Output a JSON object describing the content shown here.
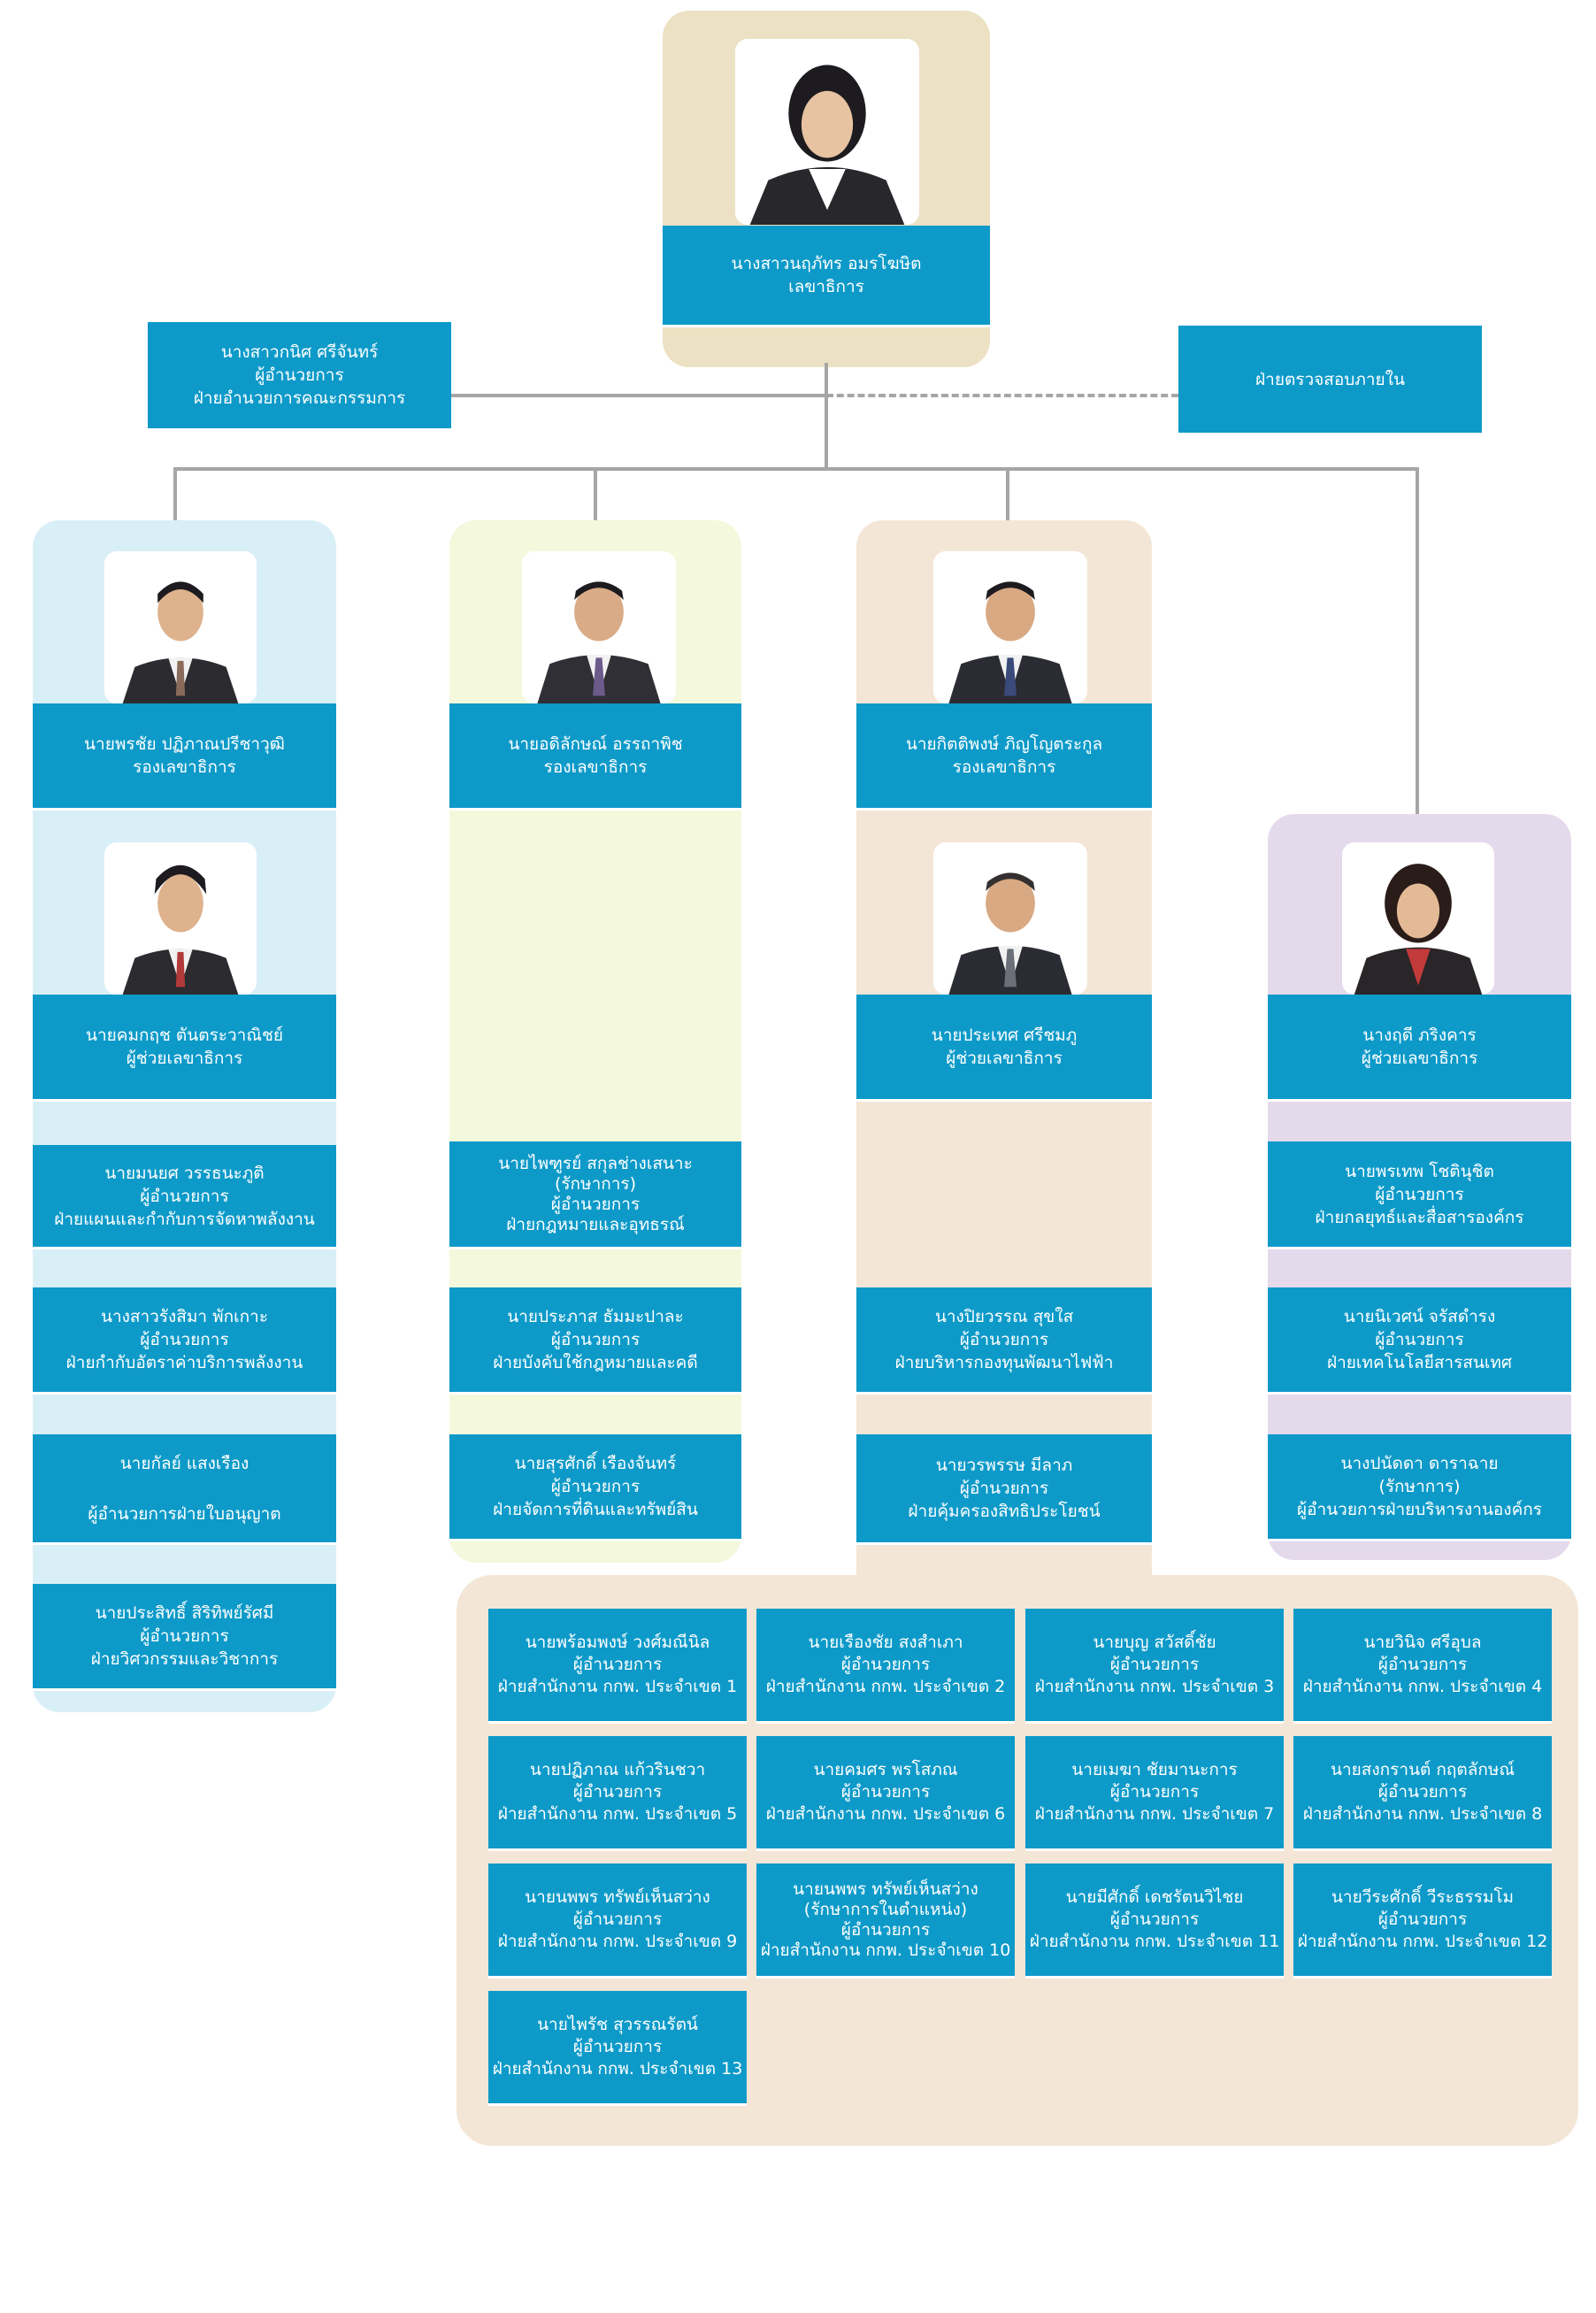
{
  "colors": {
    "box_blue": "#0d9ac9",
    "panel_top": "#ede1c4",
    "panel_blue": "#d9eff7",
    "panel_yellow": "#f4f8dc",
    "panel_tan": "#f4e6d6",
    "panel_purple": "#e5d9ec",
    "connector": "#a6a6a6"
  },
  "top": {
    "name": "นางสาวนฤภัทร อมรโฆษิต",
    "title": "เลขาธิการ",
    "photo": "person-photo"
  },
  "left_staff": {
    "name": "นางสาวกนิศ ศรีจันทร์",
    "title": "ผู้อำนวยการ",
    "unit": "ฝ่ายอำนวยการคณะกรรมการ"
  },
  "right_staff": {
    "unit": "ฝ่ายตรวจสอบภายใน"
  },
  "col1": {
    "deputy": {
      "name": "นายพรชัย ปฏิภาณปรีชาวุฒิ",
      "title": "รองเลขาธิการ"
    },
    "assistant": {
      "name": "นายคมกฤช ตันตระวาณิชย์",
      "title": "ผู้ช่วยเลขาธิการ"
    },
    "units": [
      {
        "l1": "นายมนยศ วรรธนะภูติ",
        "l2": "ผู้อำนวยการ",
        "l3": "ฝ่ายแผนและกำกับการจัดหาพลังงาน"
      },
      {
        "l1": "นางสาวรังสิมา พักเกาะ",
        "l2": "ผู้อำนวยการ",
        "l3": "ฝ่ายกำกับอัตราค่าบริการพลังงาน"
      },
      {
        "l1": "นายกัลย์ แสงเรือง",
        "l2": "ผู้อำนวยการฝ่ายใบอนุญาต"
      },
      {
        "l1": "นายประสิทธิ์ สิริทิพย์รัศมี",
        "l2": "ผู้อำนวยการ",
        "l3": "ฝ่ายวิศวกรรมและวิชาการ"
      }
    ]
  },
  "col2": {
    "deputy": {
      "name": "นายอดิลักษณ์ อรรถาพิช",
      "title": "รองเลขาธิการ"
    },
    "units": [
      {
        "l1": "นายไพฑูรย์ สกุลช่างเสนาะ",
        "l2": "(รักษาการ)",
        "l3": "ผู้อำนวยการ",
        "l4": "ฝ่ายกฎหมายและอุทธรณ์"
      },
      {
        "l1": "นายประภาส ธัมมะปาละ",
        "l2": "ผู้อำนวยการ",
        "l3": "ฝ่ายบังคับใช้กฎหมายและคดี"
      },
      {
        "l1": "นายสุรศักดิ์ เรืองจันทร์",
        "l2": "ผู้อำนวยการ",
        "l3": "ฝ่ายจัดการที่ดินและทรัพย์สิน"
      }
    ]
  },
  "col3": {
    "deputy": {
      "name": "นายกิตติพงษ์ ภิญโญตระกูล",
      "title": "รองเลขาธิการ"
    },
    "assistant": {
      "name": "นายประเทศ ศรีชมภู",
      "title": "ผู้ช่วยเลขาธิการ"
    },
    "units": [
      {
        "l1": "นางปิยวรรณ สุขใส",
        "l2": "ผู้อำนวยการ",
        "l3": "ฝ่ายบริหารกองทุนพัฒนาไฟฟ้า"
      },
      {
        "l1": "นายวรพรรษ มีลาภ",
        "l2": "ผู้อำนวยการ",
        "l3": "ฝ่ายคุ้มครองสิทธิประโยชน์"
      }
    ]
  },
  "col4": {
    "assistant": {
      "name": "นางฤดี ภริงคาร",
      "title": "ผู้ช่วยเลขาธิการ"
    },
    "units": [
      {
        "l1": "นายพรเทพ โชตินุชิต",
        "l2": "ผู้อำนวยการ",
        "l3": "ฝ่ายกลยุทธ์และสื่อสารองค์กร"
      },
      {
        "l1": "นายนิเวศน์ จรัสดำรง",
        "l2": "ผู้อำนวยการ",
        "l3": "ฝ่ายเทคโนโลยีสารสนเทศ"
      },
      {
        "l1": "นางปนัดดา ดาราฉาย",
        "l2": "(รักษาการ)",
        "l3": "ผู้อำนวยการฝ่ายบริหารงานองค์กร"
      }
    ]
  },
  "regions": [
    {
      "l1": "นายพร้อมพงษ์ วงศ์มณีนิล",
      "l2": "ผู้อำนวยการ",
      "l3": "ฝ่ายสำนักงาน กกพ. ประจำเขต 1"
    },
    {
      "l1": "นายเรืองชัย สงสำเภา",
      "l2": "ผู้อำนวยการ",
      "l3": "ฝ่ายสำนักงาน กกพ. ประจำเขต 2"
    },
    {
      "l1": "นายบุญ สวัสดิ์ชัย",
      "l2": "ผู้อำนวยการ",
      "l3": "ฝ่ายสำนักงาน กกพ. ประจำเขต 3"
    },
    {
      "l1": "นายวินิจ ศรีอุบล",
      "l2": "ผู้อำนวยการ",
      "l3": "ฝ่ายสำนักงาน กกพ. ประจำเขต 4"
    },
    {
      "l1": "นายปฏิภาณ แก้วรินชวา",
      "l2": "ผู้อำนวยการ",
      "l3": "ฝ่ายสำนักงาน กกพ. ประจำเขต 5"
    },
    {
      "l1": "นายคมศร พรโสภณ",
      "l2": "ผู้อำนวยการ",
      "l3": "ฝ่ายสำนักงาน กกพ. ประจำเขต 6"
    },
    {
      "l1": "นายเมฆา ชัยมานะการ",
      "l2": "ผู้อำนวยการ",
      "l3": "ฝ่ายสำนักงาน กกพ. ประจำเขต 7"
    },
    {
      "l1": "นายสงกรานต์ กฤตลักษณ์",
      "l2": "ผู้อำนวยการ",
      "l3": "ฝ่ายสำนักงาน กกพ. ประจำเขต 8"
    },
    {
      "l1": "นายนพพร ทรัพย์เห็นสว่าง",
      "l2": "ผู้อำนวยการ",
      "l3": "ฝ่ายสำนักงาน กกพ. ประจำเขต 9"
    },
    {
      "l1": "นายนพพร ทรัพย์เห็นสว่าง",
      "l2": "(รักษาการในตำแหน่ง)",
      "l3": "ผู้อำนวยการ",
      "l4": "ฝ่ายสำนักงาน กกพ. ประจำเขต 10"
    },
    {
      "l1": "นายมีศักดิ์ เดชรัตนวิไชย",
      "l2": "ผู้อำนวยการ",
      "l3": "ฝ่ายสำนักงาน กกพ. ประจำเขต 11"
    },
    {
      "l1": "นายวีระศักดิ์ วีระธรรมโม",
      "l2": "ผู้อำนวยการ",
      "l3": "ฝ่ายสำนักงาน กกพ. ประจำเขต 12"
    },
    {
      "l1": "นายไพรัช สุวรรณรัตน์",
      "l2": "ผู้อำนวยการ",
      "l3": "ฝ่ายสำนักงาน กกพ. ประจำเขต 13"
    }
  ]
}
